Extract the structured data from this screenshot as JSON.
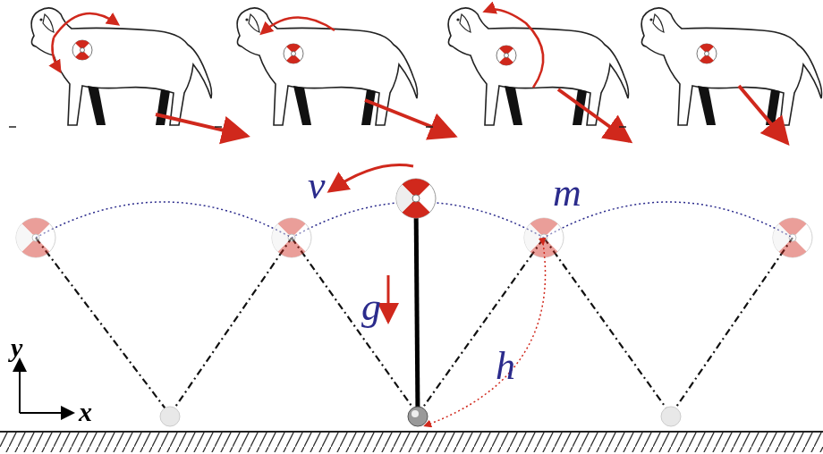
{
  "diagram": {
    "labels": [
      "v",
      "m",
      "g",
      "h",
      "y",
      "x"
    ]
  }
}
